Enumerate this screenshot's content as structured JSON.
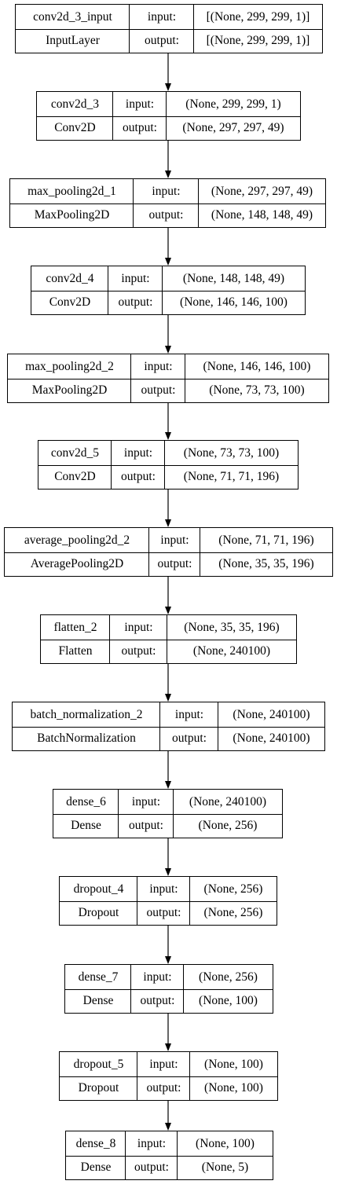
{
  "diagram": {
    "type": "keras-model-plot",
    "layers": [
      {
        "name": "conv2d_3_input",
        "class": "InputLayer",
        "input_label": "input:",
        "output_label": "output:",
        "input": "[(None, 299, 299, 1)]",
        "output": "[(None, 299, 299, 1)]"
      },
      {
        "name": "conv2d_3",
        "class": "Conv2D",
        "input_label": "input:",
        "output_label": "output:",
        "input": "(None, 299, 299, 1)",
        "output": "(None, 297, 297, 49)"
      },
      {
        "name": "max_pooling2d_1",
        "class": "MaxPooling2D",
        "input_label": "input:",
        "output_label": "output:",
        "input": "(None, 297, 297, 49)",
        "output": "(None, 148, 148, 49)"
      },
      {
        "name": "conv2d_4",
        "class": "Conv2D",
        "input_label": "input:",
        "output_label": "output:",
        "input": "(None, 148, 148, 49)",
        "output": "(None, 146, 146, 100)"
      },
      {
        "name": "max_pooling2d_2",
        "class": "MaxPooling2D",
        "input_label": "input:",
        "output_label": "output:",
        "input": "(None, 146, 146, 100)",
        "output": "(None, 73, 73, 100)"
      },
      {
        "name": "conv2d_5",
        "class": "Conv2D",
        "input_label": "input:",
        "output_label": "output:",
        "input": "(None, 73, 73, 100)",
        "output": "(None, 71, 71, 196)"
      },
      {
        "name": "average_pooling2d_2",
        "class": "AveragePooling2D",
        "input_label": "input:",
        "output_label": "output:",
        "input": "(None, 71, 71, 196)",
        "output": "(None, 35, 35, 196)"
      },
      {
        "name": "flatten_2",
        "class": "Flatten",
        "input_label": "input:",
        "output_label": "output:",
        "input": "(None, 35, 35, 196)",
        "output": "(None, 240100)"
      },
      {
        "name": "batch_normalization_2",
        "class": "BatchNormalization",
        "input_label": "input:",
        "output_label": "output:",
        "input": "(None, 240100)",
        "output": "(None, 240100)"
      },
      {
        "name": "dense_6",
        "class": "Dense",
        "input_label": "input:",
        "output_label": "output:",
        "input": "(None, 240100)",
        "output": "(None, 256)"
      },
      {
        "name": "dropout_4",
        "class": "Dropout",
        "input_label": "input:",
        "output_label": "output:",
        "input": "(None, 256)",
        "output": "(None, 256)"
      },
      {
        "name": "dense_7",
        "class": "Dense",
        "input_label": "input:",
        "output_label": "output:",
        "input": "(None, 256)",
        "output": "(None, 100)"
      },
      {
        "name": "dropout_5",
        "class": "Dropout",
        "input_label": "input:",
        "output_label": "output:",
        "input": "(None, 100)",
        "output": "(None, 100)"
      },
      {
        "name": "dense_8",
        "class": "Dense",
        "input_label": "input:",
        "output_label": "output:",
        "input": "(None, 100)",
        "output": "(None, 5)"
      }
    ],
    "colors": {
      "stroke": "#000000",
      "background": "#ffffff"
    }
  }
}
